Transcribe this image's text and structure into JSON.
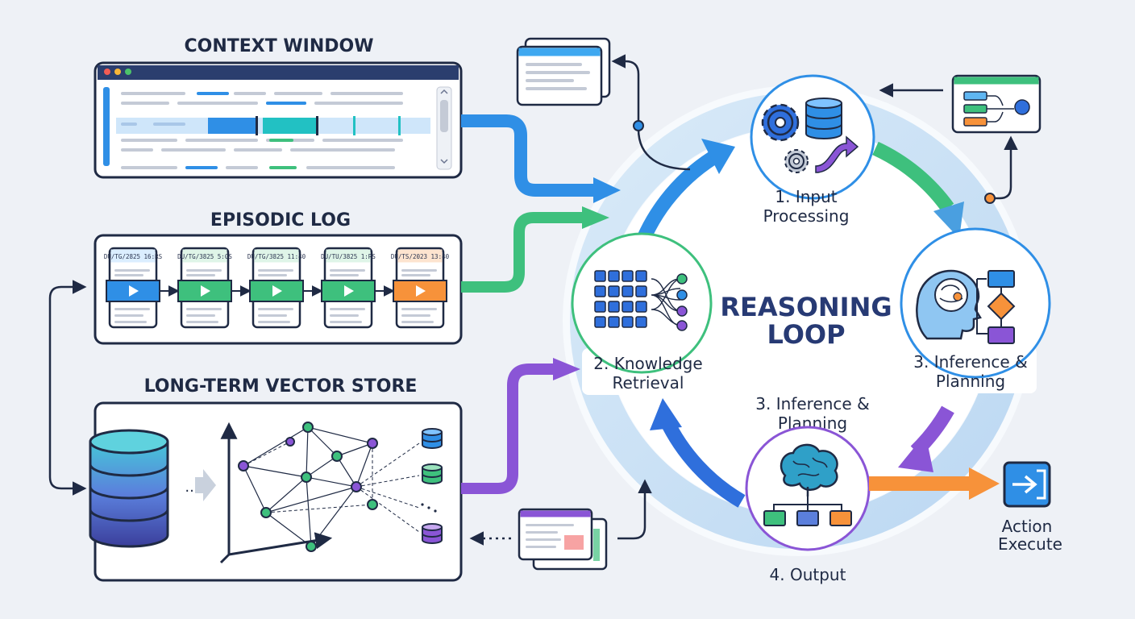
{
  "memory": {
    "context_window": {
      "title": "CONTEXT WINDOW"
    },
    "episodic_log": {
      "title": "EPISODIC LOG",
      "entries": [
        "DU/TG/2825 16:RS",
        "DU/TG/3825 5:GS",
        "DU/TG/3825 11:40",
        "DU/TU/3825 1:RS",
        "DU/TS/2023 13:40"
      ]
    },
    "vector_store": {
      "title": "LONG-TERM VECTOR STORE",
      "ellipsis": "..."
    }
  },
  "loop": {
    "title_line1": "REASONING",
    "title_line2": "LOOP",
    "stages": {
      "input": {
        "line1": "1. Input",
        "line2": "Processing"
      },
      "retrieval": {
        "line1": "2. Knowledge",
        "line2": "Retrieval"
      },
      "inference_right": {
        "line1": "3. Inference &",
        "line2": "Planning"
      },
      "inference_bottom": {
        "line1": "3. Inference &",
        "line2": "Planning"
      },
      "output": {
        "label": "4.  Output"
      }
    }
  },
  "action": {
    "line1": "Action",
    "line2": "Execute"
  },
  "colors": {
    "blue": "#2f8fe6",
    "green": "#3ec07d",
    "purple": "#8a55d6",
    "orange": "#f7923a",
    "navy": "#1f2a44",
    "ring": "#cfe3f6",
    "teal": "#22c1c3"
  }
}
